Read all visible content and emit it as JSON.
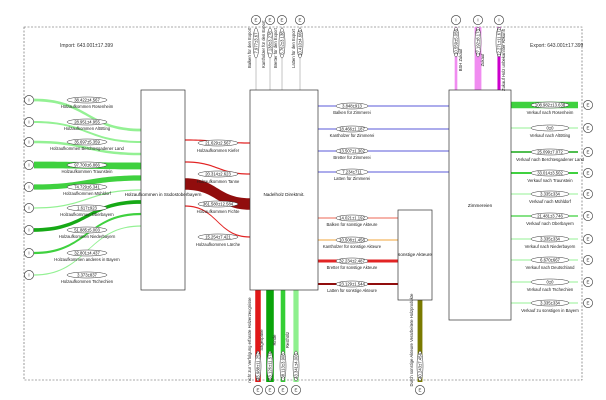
{
  "header": {
    "import_total": "Import: 643.001±17.399",
    "export_total": "Export: 643.001±17.399"
  },
  "terminals": {
    "input_symbol": "I",
    "export_symbol": "E"
  },
  "colors": {
    "border": "#333333",
    "node_fill": "#ffffff",
    "light_green": "#8ef08e",
    "mid_green": "#35cf35",
    "dark_green": "#0aa40a",
    "red": "#e01818",
    "dark_red": "#8b0000",
    "olive": "#7a7a00",
    "blue": "#2020cc",
    "pink": "#f08cf0",
    "magenta": "#cc00cc",
    "orange": "#f0a030",
    "salmon": "#f08070"
  },
  "nodes": {
    "sudost": "Holzaufkommen in Südostoberbayern",
    "nadelholz": "Nadelholz Direktmit.",
    "sonstige": "sonstige Akteure",
    "zimmereien": "Zimmereien"
  },
  "inputs": [
    {
      "value": "38.422±4.567",
      "label": "Holzaufkommen Rosenheim"
    },
    {
      "value": "28.951±4.955",
      "label": "Holzaufkommen Altötting"
    },
    {
      "value": "35.697±5.359",
      "label": "Holzaufkommen Berchtesgadener Land"
    },
    {
      "value": "97.700±6.866",
      "label": "Holzaufkommen Traunstein"
    },
    {
      "value": "74.729±6.341",
      "label": "Holzaufkommen Mühldorf"
    },
    {
      "value": "1.617±923",
      "label": "Holzaufkommen Oberbayern"
    },
    {
      "value": "51.885±5.003",
      "label": "Holzaufkommen Niederbayern"
    },
    {
      "value": "32.801±4.437",
      "label": "Holzaufkommen anderes in Bayern"
    },
    {
      "value": "3.373±837",
      "label": "Holzaufkommen Tschechien"
    }
  ],
  "species": [
    {
      "value": "21.629±2.567",
      "label": "Holzaufkommen Kiefer"
    },
    {
      "value": "20.314±2.623",
      "label": "Holzaufkommen Tanne"
    },
    {
      "value": "361.580±12.584",
      "label": "Holzaufkommen Fichte"
    },
    {
      "value": "15.254±7.421",
      "label": "Holzaufkommen Lärche"
    }
  ],
  "top_exports": [
    {
      "value": "7.977±3.67",
      "label": "Balken für den Export"
    },
    {
      "value": "7.138±3.278",
      "label": "Kantholzer für den Export"
    },
    {
      "value": "6.762±3.138",
      "label": "Bretter für den Export"
    },
    {
      "value": "10.410±4.666",
      "label": "Latten für den Export"
    }
  ],
  "bottom_outputs": [
    {
      "value": "45.988±11.252",
      "label": "nicht zur Verfolgung erfasste Holzerzeugnisse"
    },
    {
      "value": "63.126±11.574",
      "label": "Sägespäne"
    },
    {
      "value": "38.113±3.908",
      "label": "Rinde"
    },
    {
      "value": "43.341±4.006",
      "label": "Resthölz"
    },
    {
      "value": "40.243±7.454",
      "label": "Durch sonstige Akteure Verarbeitete Holzprodukte"
    }
  ],
  "top_right_inputs": [
    {
      "value": "10.559±5.056",
      "label": "BSH Zukauf"
    },
    {
      "value": "27.192±8.173",
      "label": "Zukauf"
    },
    {
      "value": "12.271±11.677",
      "label": "Zukauf Holz unbekannter Abkunft"
    }
  ],
  "to_zimmereien": [
    {
      "value": "3.848±913",
      "label": "Balken für Zimmerei"
    },
    {
      "value": "18.466±1.187",
      "label": "Kantholzer für Zimmerei"
    },
    {
      "value": "13.507±1.302",
      "label": "Bretter für Zimmerei"
    },
    {
      "value": "7.234±711",
      "label": "Latten für Zimmerei"
    }
  ],
  "to_sonstige": [
    {
      "value": "14.021±1.192",
      "label": "Balken für sonstige Akteure"
    },
    {
      "value": "10.508±1.458",
      "label": "Kantholzer für sonstige Akteure"
    },
    {
      "value": "32.234±2.487",
      "label": "Bretter für sonstige Akteure"
    },
    {
      "value": "23.129±1.544",
      "label": "Latten für sonstige Akteure"
    }
  ],
  "sales": [
    {
      "value": "108.982±13.638",
      "label": "Verkauf nach Rosenheim"
    },
    {
      "value": "0±0",
      "label": "Verkauf nach Altötting"
    },
    {
      "value": "25.099±7.072",
      "label": "Verkauf nach Berchtesgadener Land"
    },
    {
      "value": "33.014±3.502",
      "label": "Verkauf nach Traunstein"
    },
    {
      "value": "3.335±334",
      "label": "Verkauf nach Mühldorf"
    },
    {
      "value": "21.481±3.746",
      "label": "Verkauf nach Oberbayern"
    },
    {
      "value": "3.335±334",
      "label": "Verkauf nach Niederbayern"
    },
    {
      "value": "6.670±667",
      "label": "Verkauf nach Deutschland"
    },
    {
      "value": "0±0",
      "label": "Verkauf nach Tschechien"
    },
    {
      "value": "3.335±334",
      "label": "Verkauf zu sonstigen in Bayern"
    }
  ]
}
